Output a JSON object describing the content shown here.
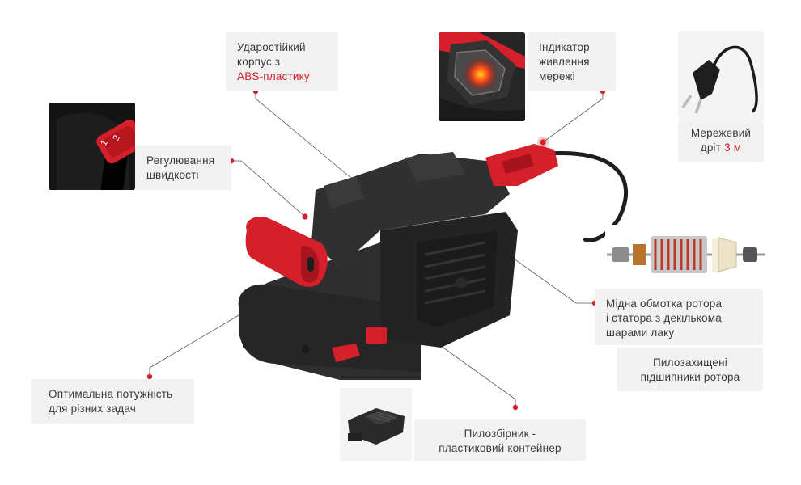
{
  "callouts": {
    "housing": {
      "line1": "Ударостійкий",
      "line2": "корпус з",
      "line3_highlight": "ABS-пластику"
    },
    "indicator": {
      "line1": "Індикатор",
      "line2": "живлення",
      "line3": "мережі"
    },
    "cord": {
      "line1": "Мережевий",
      "line2_prefix": "дріт",
      "line2_highlight": "3 м"
    },
    "speed": {
      "line1": "Регулювання",
      "line2": "швидкості"
    },
    "winding": {
      "line1": "Мідна обмотка ротора",
      "line2": "і статора з декількома",
      "line3": "шарами лаку"
    },
    "bearings": {
      "line1": "Пилозахищені",
      "line2": "підшипники ротора"
    },
    "power": {
      "line1": "Оптимальна потужність",
      "line2": "для різних задач"
    },
    "dustbin": {
      "line1": "Пилозбірник -",
      "line2": "пластиковий контейнер"
    }
  },
  "colors": {
    "accent": "#d51f2b",
    "card": "#f2f2f2",
    "text": "#3a3a3a",
    "tool": "#2b2b2b"
  },
  "speed_dial": {
    "label_1": "1",
    "label_2": "2"
  }
}
